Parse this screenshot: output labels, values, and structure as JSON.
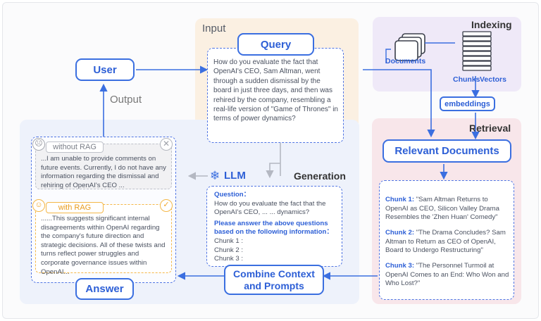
{
  "input_panel": {
    "title": "Input",
    "query_label": "Query",
    "query_text": "How do you evaluate the fact that OpenAI's CEO, Sam Altman, went through a sudden dismissal by the board in just three days, and then was rehired by the company, resembling a real-life version of \"Game of Thrones\" in terms of power dynamics?"
  },
  "user_label": "User",
  "output_label": "Output",
  "indexing": {
    "title": "Indexing",
    "documents_label": "Documents",
    "chunks_label": "Chunks",
    "vectors_label": "Vectors",
    "embeddings_label": "embeddings"
  },
  "retrieval": {
    "title": "Retrieval",
    "relevant_label": "Relevant Documents",
    "chunks": [
      {
        "label": "Chunk 1:",
        "text": "\"Sam Altman Returns to OpenAI as CEO, Silicon Valley Drama Resembles the 'Zhen Huan' Comedy\""
      },
      {
        "label": "Chunk 2:",
        "text": "\"The Drama Concludes? Sam Altman to Return as CEO of OpenAI, Board to Undergo Restructuring\""
      },
      {
        "label": "Chunk 3:",
        "text": "\"The Personnel Turmoil at OpenAI Comes to an End: Who Won and Who Lost?\""
      }
    ]
  },
  "generation": {
    "title": "Generation",
    "llm_label": "LLM",
    "question_label": "Question：",
    "question_text": "How do you evaluate the fact that the OpenAI's CEO, ... ... dynamics?",
    "instruction": "Please answer the above questions based on the following information：",
    "chunk_lines": [
      "Chunk 1 :",
      "Chunk 2 :",
      "Chunk 3 :"
    ],
    "combine_label": "Combine Context and Prompts"
  },
  "answer": {
    "label": "Answer",
    "without_rag_label": "without RAG",
    "without_rag_text": "...I am unable to provide comments on future events. Currently, I do not have any information regarding the dismissal and rehiring of OpenAI's CEO ...",
    "with_rag_label": "with RAG",
    "with_rag_text": "......This suggests significant internal disagreements within OpenAI regarding the company's future direction and strategic decisions. All of these twists and turns reflect power struggles and corporate governance issues within OpenAI..."
  },
  "colors": {
    "accent": "#3b6fe0",
    "input_bg": "#fbf0e2",
    "indexing_bg": "#efe9f8",
    "retrieval_bg": "#f8e6ea",
    "generation_bg": "#eef2fb",
    "gray_box": "#f1f1f3",
    "with_rag": "#f4b748"
  }
}
